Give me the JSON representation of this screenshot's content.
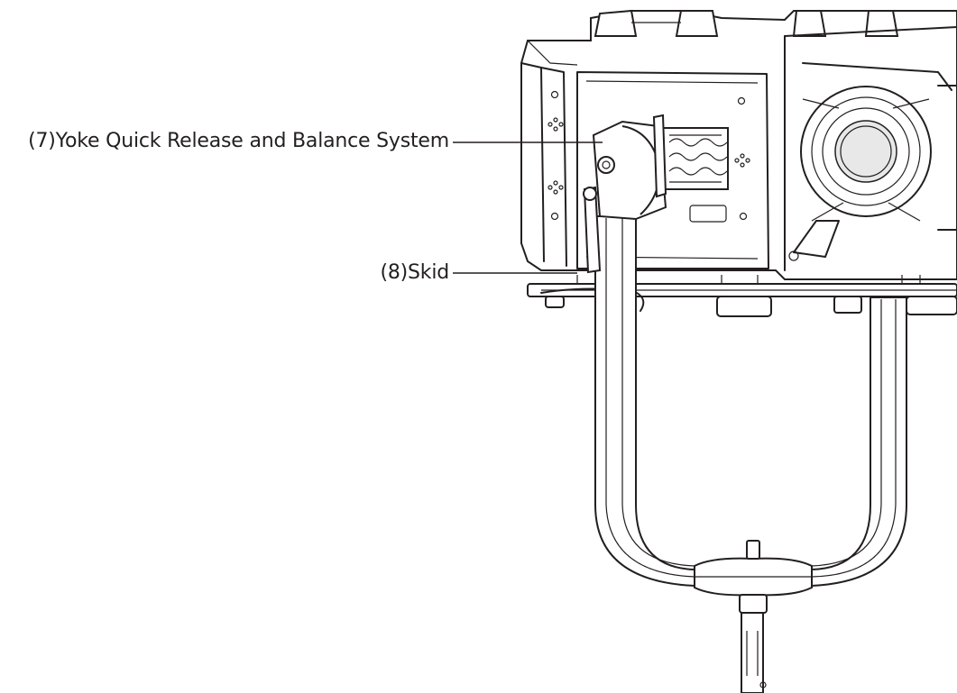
{
  "callouts": [
    {
      "id": "7",
      "text": "(7)Yoke Quick Release and Balance System"
    },
    {
      "id": "8",
      "text": "(8)Skid"
    }
  ],
  "colors": {
    "line": "#231f20",
    "background": "#ffffff"
  }
}
